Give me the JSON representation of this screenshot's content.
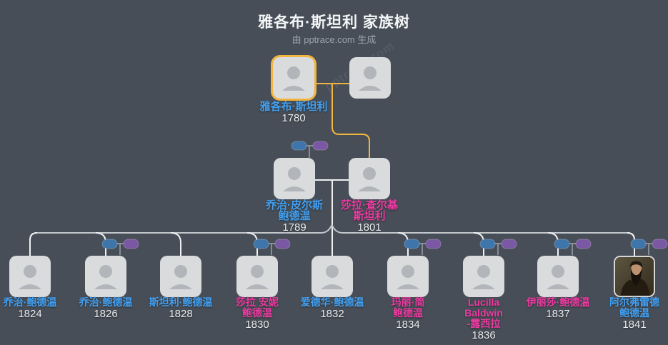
{
  "title": "雅各布·斯坦利 家族树",
  "subtitle": "由 pptrace.com 生成",
  "watermark": "pptrace.com",
  "colors": {
    "background": "#474e57",
    "highlight_border": "#f1b43f",
    "ancestor_line_yellow": "#f1b43f",
    "family_line_white": "#eef0f2",
    "male_name": "#42a0f2",
    "female_name": "#ee3aa2",
    "male_pill": "#3e76ab",
    "female_pill": "#7b58a4",
    "card_fill": "#d9dbdd",
    "avatar_glyph": "#b2b5b9",
    "year_text": "#e9ebee"
  },
  "persons": {
    "root": {
      "name_lines": [
        "雅各布·斯坦利"
      ],
      "year": "1780",
      "gender": "male",
      "highlighted": true
    },
    "root_spouse": {
      "name_lines": [],
      "year": "",
      "gender": "unknown"
    },
    "father": {
      "name_lines": [
        "乔治·皮尔斯",
        "鲍德温"
      ],
      "year": "1789",
      "gender": "male",
      "has_collapsed_parents": true
    },
    "mother": {
      "name_lines": [
        "莎拉·查尔基",
        "斯坦利"
      ],
      "year": "1801",
      "gender": "female"
    },
    "children": [
      {
        "name_lines": [
          "乔治·鲍德温"
        ],
        "year": "1824",
        "gender": "male",
        "has_collapsed_spouse": false
      },
      {
        "name_lines": [
          "乔治·鲍德温"
        ],
        "year": "1826",
        "gender": "male",
        "has_collapsed_spouse": true
      },
      {
        "name_lines": [
          "斯坦利·鲍德温"
        ],
        "year": "1828",
        "gender": "male",
        "has_collapsed_spouse": false
      },
      {
        "name_lines": [
          "莎拉 安妮",
          "鲍德温"
        ],
        "year": "1830",
        "gender": "female",
        "has_collapsed_spouse": true
      },
      {
        "name_lines": [
          "爱德华·鲍德温"
        ],
        "year": "1832",
        "gender": "male",
        "has_collapsed_spouse": false
      },
      {
        "name_lines": [
          "玛丽·简",
          "鲍德温"
        ],
        "year": "1834",
        "gender": "female",
        "has_collapsed_spouse": true
      },
      {
        "name_lines": [
          "Lucilla",
          "Baldwin",
          "-露西拉"
        ],
        "year": "1836",
        "gender": "female",
        "has_collapsed_spouse": true
      },
      {
        "name_lines": [
          "伊丽莎·鲍德温"
        ],
        "year": "1837",
        "gender": "female",
        "has_collapsed_spouse": true
      },
      {
        "name_lines": [
          "阿尔弗雷德",
          "鲍德温"
        ],
        "year": "1841",
        "gender": "male",
        "has_collapsed_spouse": true,
        "has_portrait": true
      }
    ]
  }
}
